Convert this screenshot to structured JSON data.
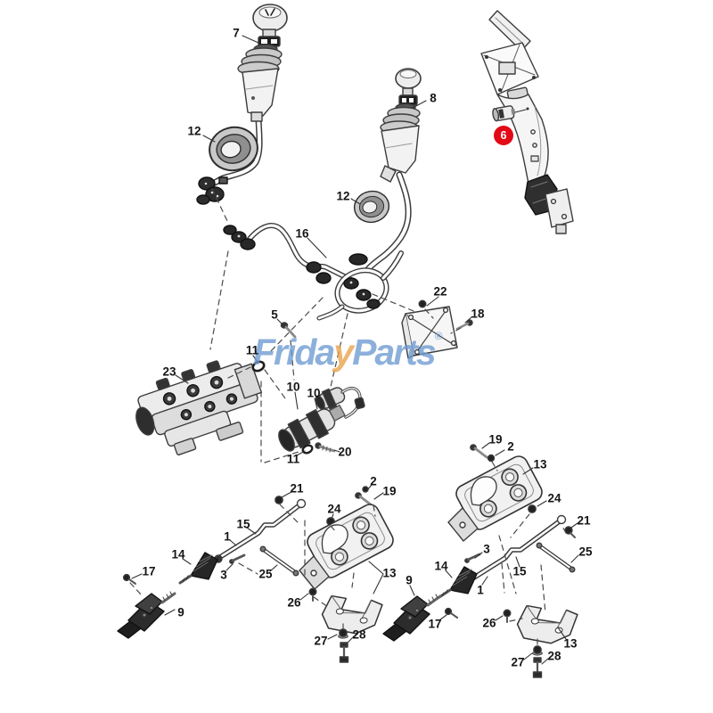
{
  "watermark": {
    "part1": "Frida",
    "accent": "y",
    "part2": "Parts",
    "reg": "®"
  },
  "colors": {
    "brand-blue": "#6d9bd1",
    "brand-orange": "#e8a24a",
    "highlight-red": "#e20a16",
    "line": "#3c3c3c"
  },
  "highlighted_part": "6",
  "callouts": [
    {
      "label": "7"
    },
    {
      "label": "12"
    },
    {
      "label": "8"
    },
    {
      "label": "6",
      "highlight": true
    },
    {
      "label": "12"
    },
    {
      "label": "16"
    },
    {
      "label": "22"
    },
    {
      "label": "18"
    },
    {
      "label": "5"
    },
    {
      "label": "11"
    },
    {
      "label": "23"
    },
    {
      "label": "10"
    },
    {
      "label": "10"
    },
    {
      "label": "20"
    },
    {
      "label": "11"
    },
    {
      "label": "2"
    },
    {
      "label": "19"
    },
    {
      "label": "21"
    },
    {
      "label": "24"
    },
    {
      "label": "15"
    },
    {
      "label": "1"
    },
    {
      "label": "19"
    },
    {
      "label": "2"
    },
    {
      "label": "13"
    },
    {
      "label": "24"
    },
    {
      "label": "21"
    },
    {
      "label": "3"
    },
    {
      "label": "25"
    },
    {
      "label": "14"
    },
    {
      "label": "17"
    },
    {
      "label": "9"
    },
    {
      "label": "13"
    },
    {
      "label": "26"
    },
    {
      "label": "27"
    },
    {
      "label": "28"
    },
    {
      "label": "3"
    },
    {
      "label": "25"
    },
    {
      "label": "15"
    },
    {
      "label": "1"
    },
    {
      "label": "14"
    },
    {
      "label": "9"
    },
    {
      "label": "17"
    },
    {
      "label": "26"
    },
    {
      "label": "13"
    },
    {
      "label": "27"
    },
    {
      "label": "28"
    }
  ]
}
